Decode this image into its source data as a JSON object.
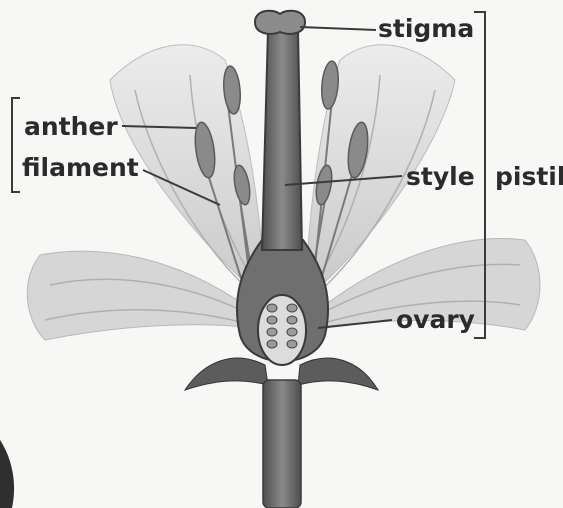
{
  "labels": {
    "stigma": "stigma",
    "anther": "anther",
    "filament": "filament",
    "style": "style",
    "ovary": "ovary",
    "pistil": "pistil"
  },
  "colors": {
    "background": "#f7f7f6",
    "petal": "#d8d8d8",
    "petal_vein": "#b4b4b4",
    "stalk": "#6a6a6a",
    "stalk_dark": "#4b4b4b",
    "ovule": "#9a9a9a",
    "line": "#3a3a3a",
    "text": "#2b2b2b"
  }
}
